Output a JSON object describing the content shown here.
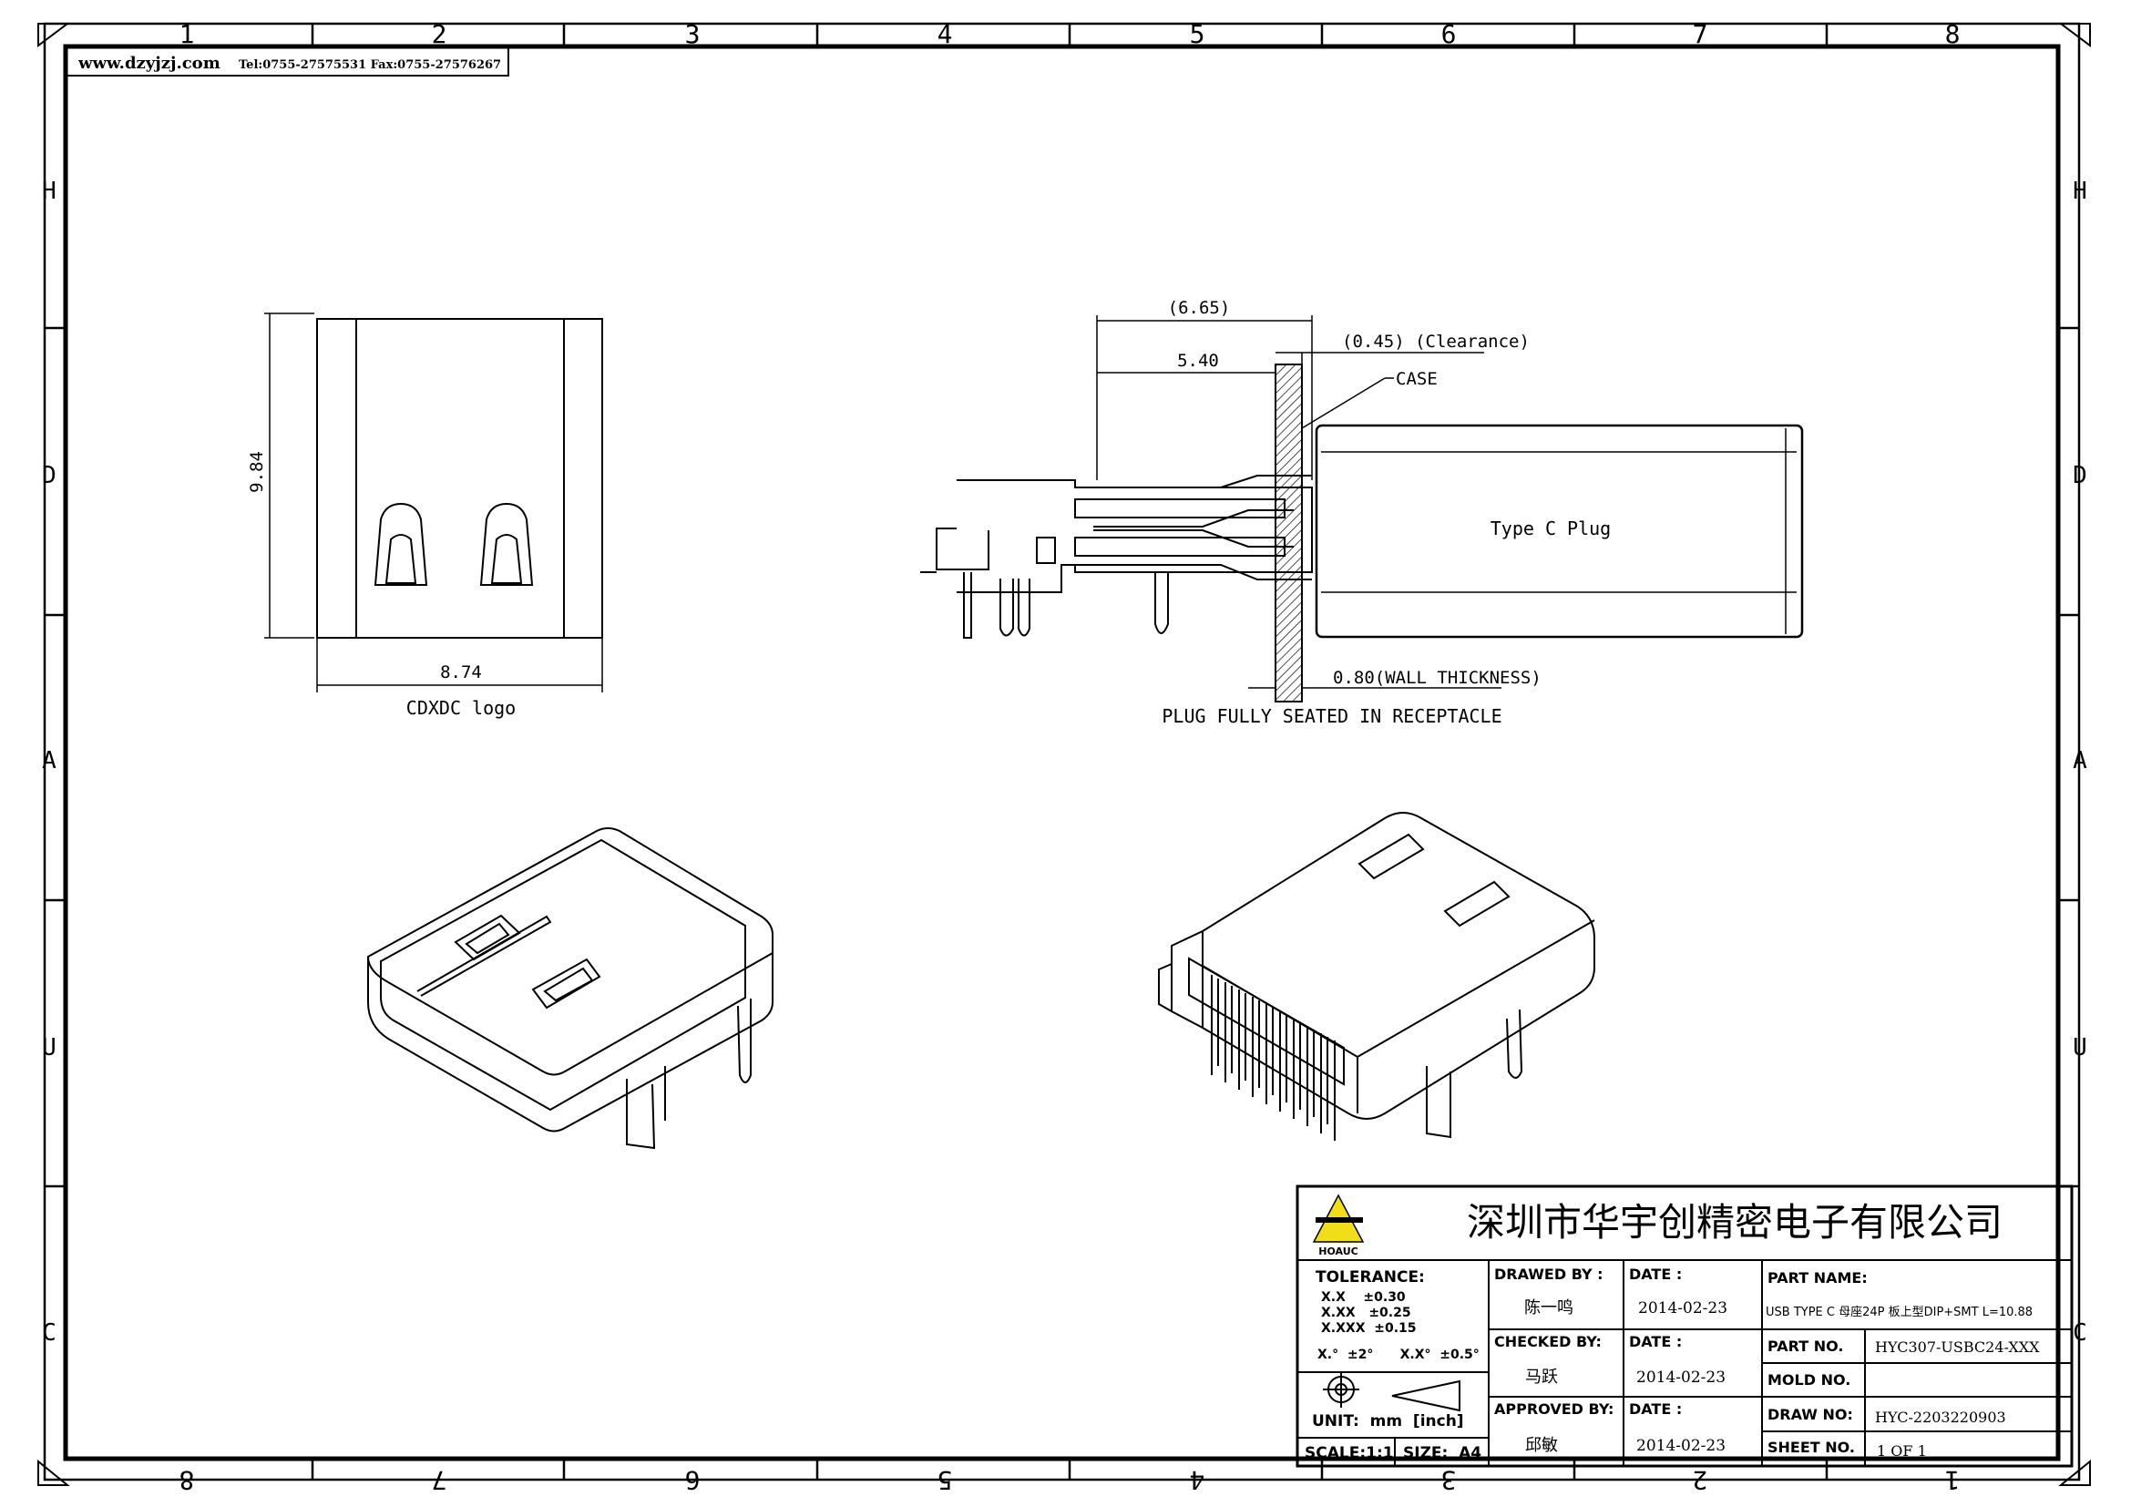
{
  "border": {
    "columns_top": [
      "1",
      "2",
      "3",
      "4",
      "5",
      "6",
      "7",
      "8"
    ],
    "columns_bottom": [
      "8",
      "7",
      "6",
      "5",
      "4",
      "3",
      "2",
      "1"
    ],
    "rows_left": [
      "H",
      "D",
      "A",
      "U",
      "C"
    ],
    "rows_right": [
      "H",
      "D",
      "A",
      "U",
      "C"
    ]
  },
  "header_note": {
    "website": "www.dzyjzj.com",
    "contact": "Tel:0755-27575531  Fax:0755-27576267"
  },
  "front_view": {
    "height_dim": "9.84",
    "width_dim": "8.74",
    "caption": "CDXDC logo"
  },
  "side_view": {
    "dim_overall": "(6.65)",
    "dim_inner": "5.40",
    "clearance": "(0.45)  (Clearance)",
    "case_label": "CASE",
    "plug_label": "Type C Plug",
    "wall_thickness": "0.80(WALL THICKNESS)",
    "caption": "PLUG FULLY SEATED IN RECEPTACLE"
  },
  "title_block": {
    "company": "深圳市华宇创精密电子有限公司",
    "logo_text": "HOAUC",
    "tolerance_label": "TOLERANCE:",
    "tolerances": [
      "X.X    ±0.30",
      "X.XX   ±0.25",
      "X.XXX  ±0.15"
    ],
    "angular": "X.°  ±2°      X.X°  ±0.5°",
    "unit": "UNIT:  mm  [inch]",
    "scale": "SCALE:1:1",
    "size": "SIZE:  A4",
    "drawn_by_label": "DRAWED BY :",
    "drawn_by": "陈一鸣",
    "checked_by_label": "CHECKED BY:",
    "checked_by": "马跃",
    "approved_by_label": "APPROVED BY:",
    "approved_by": "邱敏",
    "date_label": "DATE :",
    "date_drawn": "2014-02-23",
    "date_checked": "2014-02-23",
    "date_approved": "2014-02-23",
    "part_name_label": "PART NAME:",
    "part_name": "USB TYPE C 母座24P 板上型DIP+SMT L=10.88",
    "part_no_label": "PART NO.",
    "part_no": "HYC307-USBC24-XXX",
    "mold_no_label": "MOLD NO.",
    "mold_no": "",
    "draw_no_label": "DRAW NO:",
    "draw_no": "HYC-2203220903",
    "sheet_no_label": "SHEET NO.",
    "sheet_no": "1 OF 1"
  },
  "colors": {
    "line": "#000000",
    "logo_yellow": "#f2dd1b",
    "section_hatch": "#000000"
  }
}
